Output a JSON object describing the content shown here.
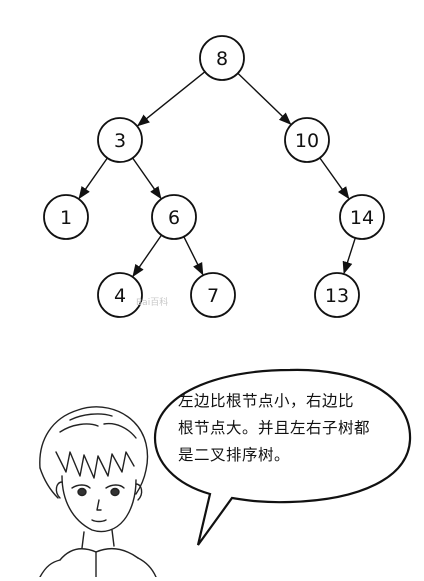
{
  "tree": {
    "nodes": [
      {
        "id": "n8",
        "value": "8"
      },
      {
        "id": "n3",
        "value": "3"
      },
      {
        "id": "n10",
        "value": "10"
      },
      {
        "id": "n1",
        "value": "1"
      },
      {
        "id": "n6",
        "value": "6"
      },
      {
        "id": "n14",
        "value": "14"
      },
      {
        "id": "n4",
        "value": "4"
      },
      {
        "id": "n7",
        "value": "7"
      },
      {
        "id": "n13",
        "value": "13"
      }
    ],
    "edges": [
      [
        "n8",
        "n3"
      ],
      [
        "n8",
        "n10"
      ],
      [
        "n3",
        "n1"
      ],
      [
        "n3",
        "n6"
      ],
      [
        "n10",
        "n14"
      ],
      [
        "n6",
        "n4"
      ],
      [
        "n6",
        "n7"
      ],
      [
        "n14",
        "n13"
      ]
    ]
  },
  "watermark": "Bai百科",
  "bubble": {
    "lines": [
      "左边比根节点小，右边比",
      "根节点大。并且左右子树都",
      "是二叉排序树。"
    ]
  }
}
